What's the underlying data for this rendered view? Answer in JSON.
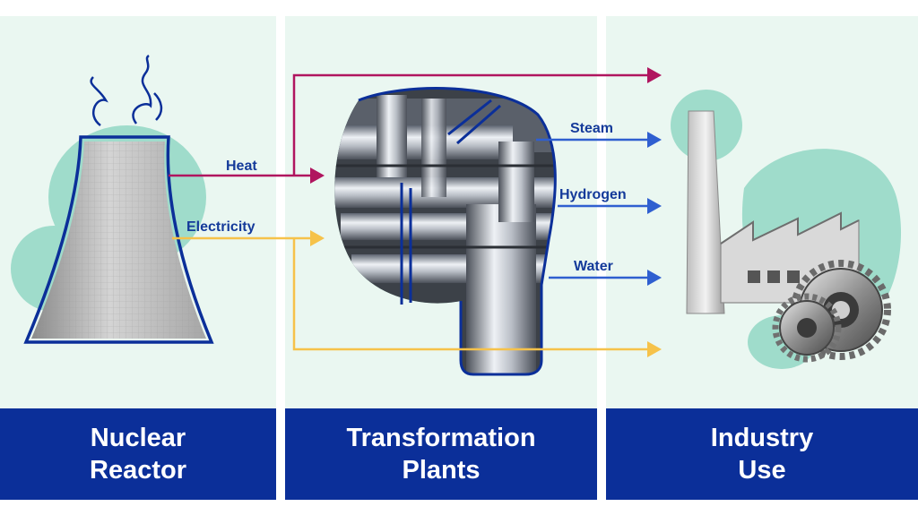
{
  "stages": [
    {
      "line1": "Nuclear",
      "line2": "Reactor"
    },
    {
      "line1": "Transformation",
      "line2": "Plants"
    },
    {
      "line1": "Industry",
      "line2": "Use"
    }
  ],
  "flows": {
    "heat": "Heat",
    "electricity": "Electricity",
    "steam": "Steam",
    "hydrogen": "Hydrogen",
    "water": "Water"
  },
  "colors": {
    "panel_bg": "#eaf7f1",
    "blob": "#9fdccb",
    "banner": "#0b2f99",
    "heat_arrow": "#b0155f",
    "electricity_arrow": "#f6c24a",
    "product_arrow": "#2f5fd0",
    "outline": "#0b2f99"
  },
  "icons": [
    "cooling-tower-icon",
    "pipes-icon",
    "factory-icon",
    "gear-icon"
  ]
}
